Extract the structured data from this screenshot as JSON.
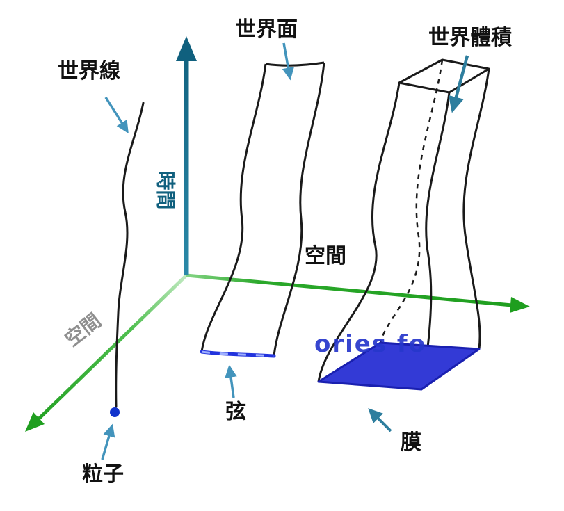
{
  "labels": {
    "worldline": "世界線",
    "worldsheet": "世界面",
    "worldvolume": "世界體積",
    "time": "時間",
    "space_right": "空間",
    "space_left": "空間",
    "particle": "粒子",
    "string": "弦",
    "brane": "膜"
  },
  "watermark": "ories fo",
  "colors": {
    "time_axis": "#10607e",
    "space_axis": "#1f9e1f",
    "callout_arrow": "#4394bc",
    "volume_arrow": "#2e7e9e",
    "curve": "#1a1a1a",
    "particle": "#1133cc",
    "string": "#2233dd",
    "string_dash": "#9fb0ff",
    "brane": "#333ad6",
    "watermark": "#2737cc",
    "space_left_text": "#8f8f8f"
  }
}
